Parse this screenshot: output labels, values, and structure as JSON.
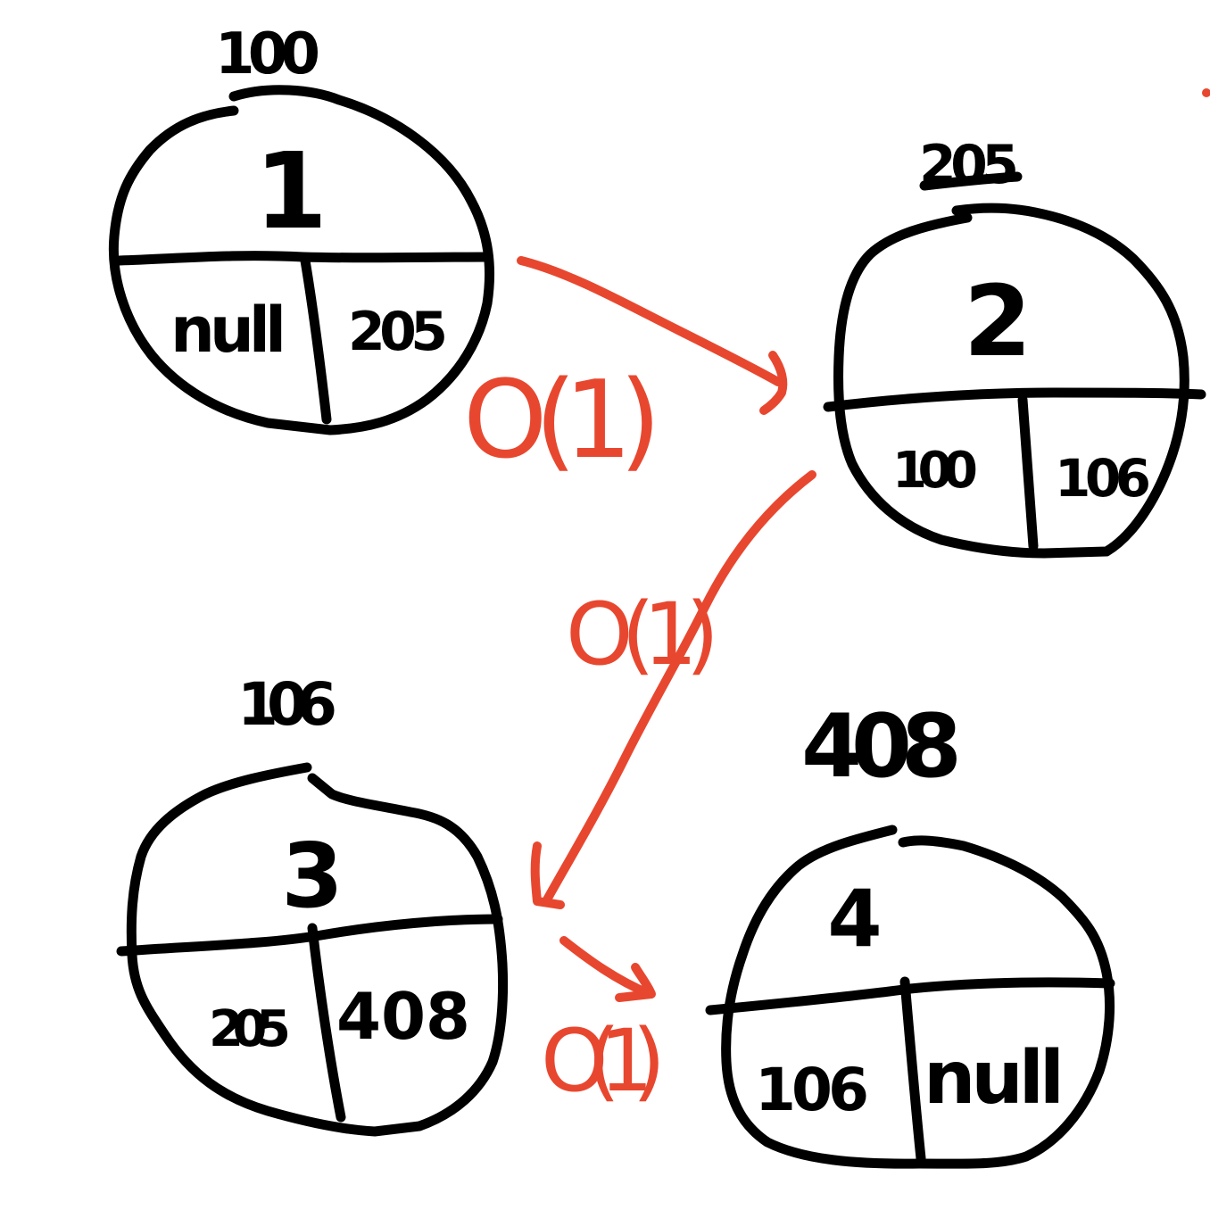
{
  "colors": {
    "ink": "#000000",
    "arrow": "#e8472f",
    "background": "#ffffff"
  },
  "nodes": [
    {
      "address": "100",
      "value": "1",
      "prev": "null",
      "next": "205"
    },
    {
      "address": "205",
      "value": "2",
      "prev": "100",
      "next": "106"
    },
    {
      "address": "106",
      "value": "3",
      "prev": "205",
      "next": "408"
    },
    {
      "address": "408",
      "value": "4",
      "prev": "106",
      "next": "null"
    }
  ],
  "edges": [
    {
      "from": "1",
      "to": "2",
      "label": "O(1)"
    },
    {
      "from": "2",
      "to": "3",
      "label": "O(1)"
    },
    {
      "from": "3",
      "to": "4",
      "label": "O(1)"
    }
  ]
}
